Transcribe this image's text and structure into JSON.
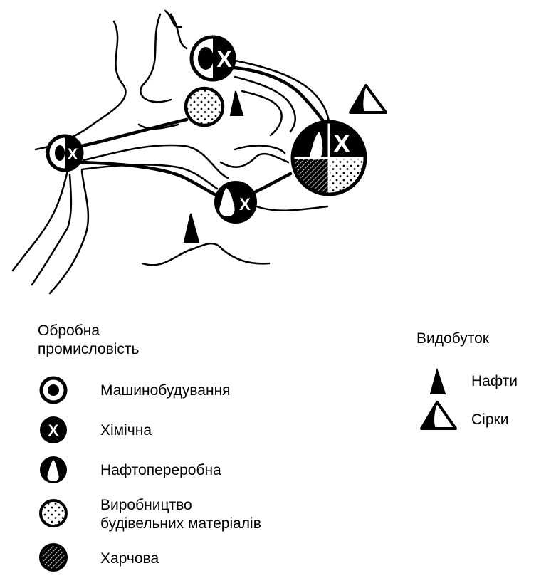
{
  "legend": {
    "manufacturing_title_line1": "Обробна",
    "manufacturing_title_line2": "промисловість",
    "manufacturing_items": [
      {
        "label_line1": "Машинобудування",
        "label_line2": "",
        "icon": "machine-building-icon"
      },
      {
        "label_line1": "Хімічна",
        "label_line2": "",
        "icon": "chemical-icon"
      },
      {
        "label_line1": "Нафтопереробна",
        "label_line2": "",
        "icon": "oil-refining-icon"
      },
      {
        "label_line1": "Виробництво",
        "label_line2": "будівельних матеріалів",
        "icon": "building-materials-icon"
      },
      {
        "label_line1": "Харчова",
        "label_line2": "",
        "icon": "food-industry-icon"
      }
    ],
    "extraction_title": "Видобуток",
    "extraction_items": [
      {
        "label": "Нафти",
        "icon": "oil-extraction-icon"
      },
      {
        "label": "Сірки",
        "icon": "sulfur-extraction-icon"
      }
    ]
  },
  "map_symbols": {
    "chemical_mark": "X"
  },
  "colors": {
    "ink": "#000000",
    "paper": "#ffffff"
  }
}
